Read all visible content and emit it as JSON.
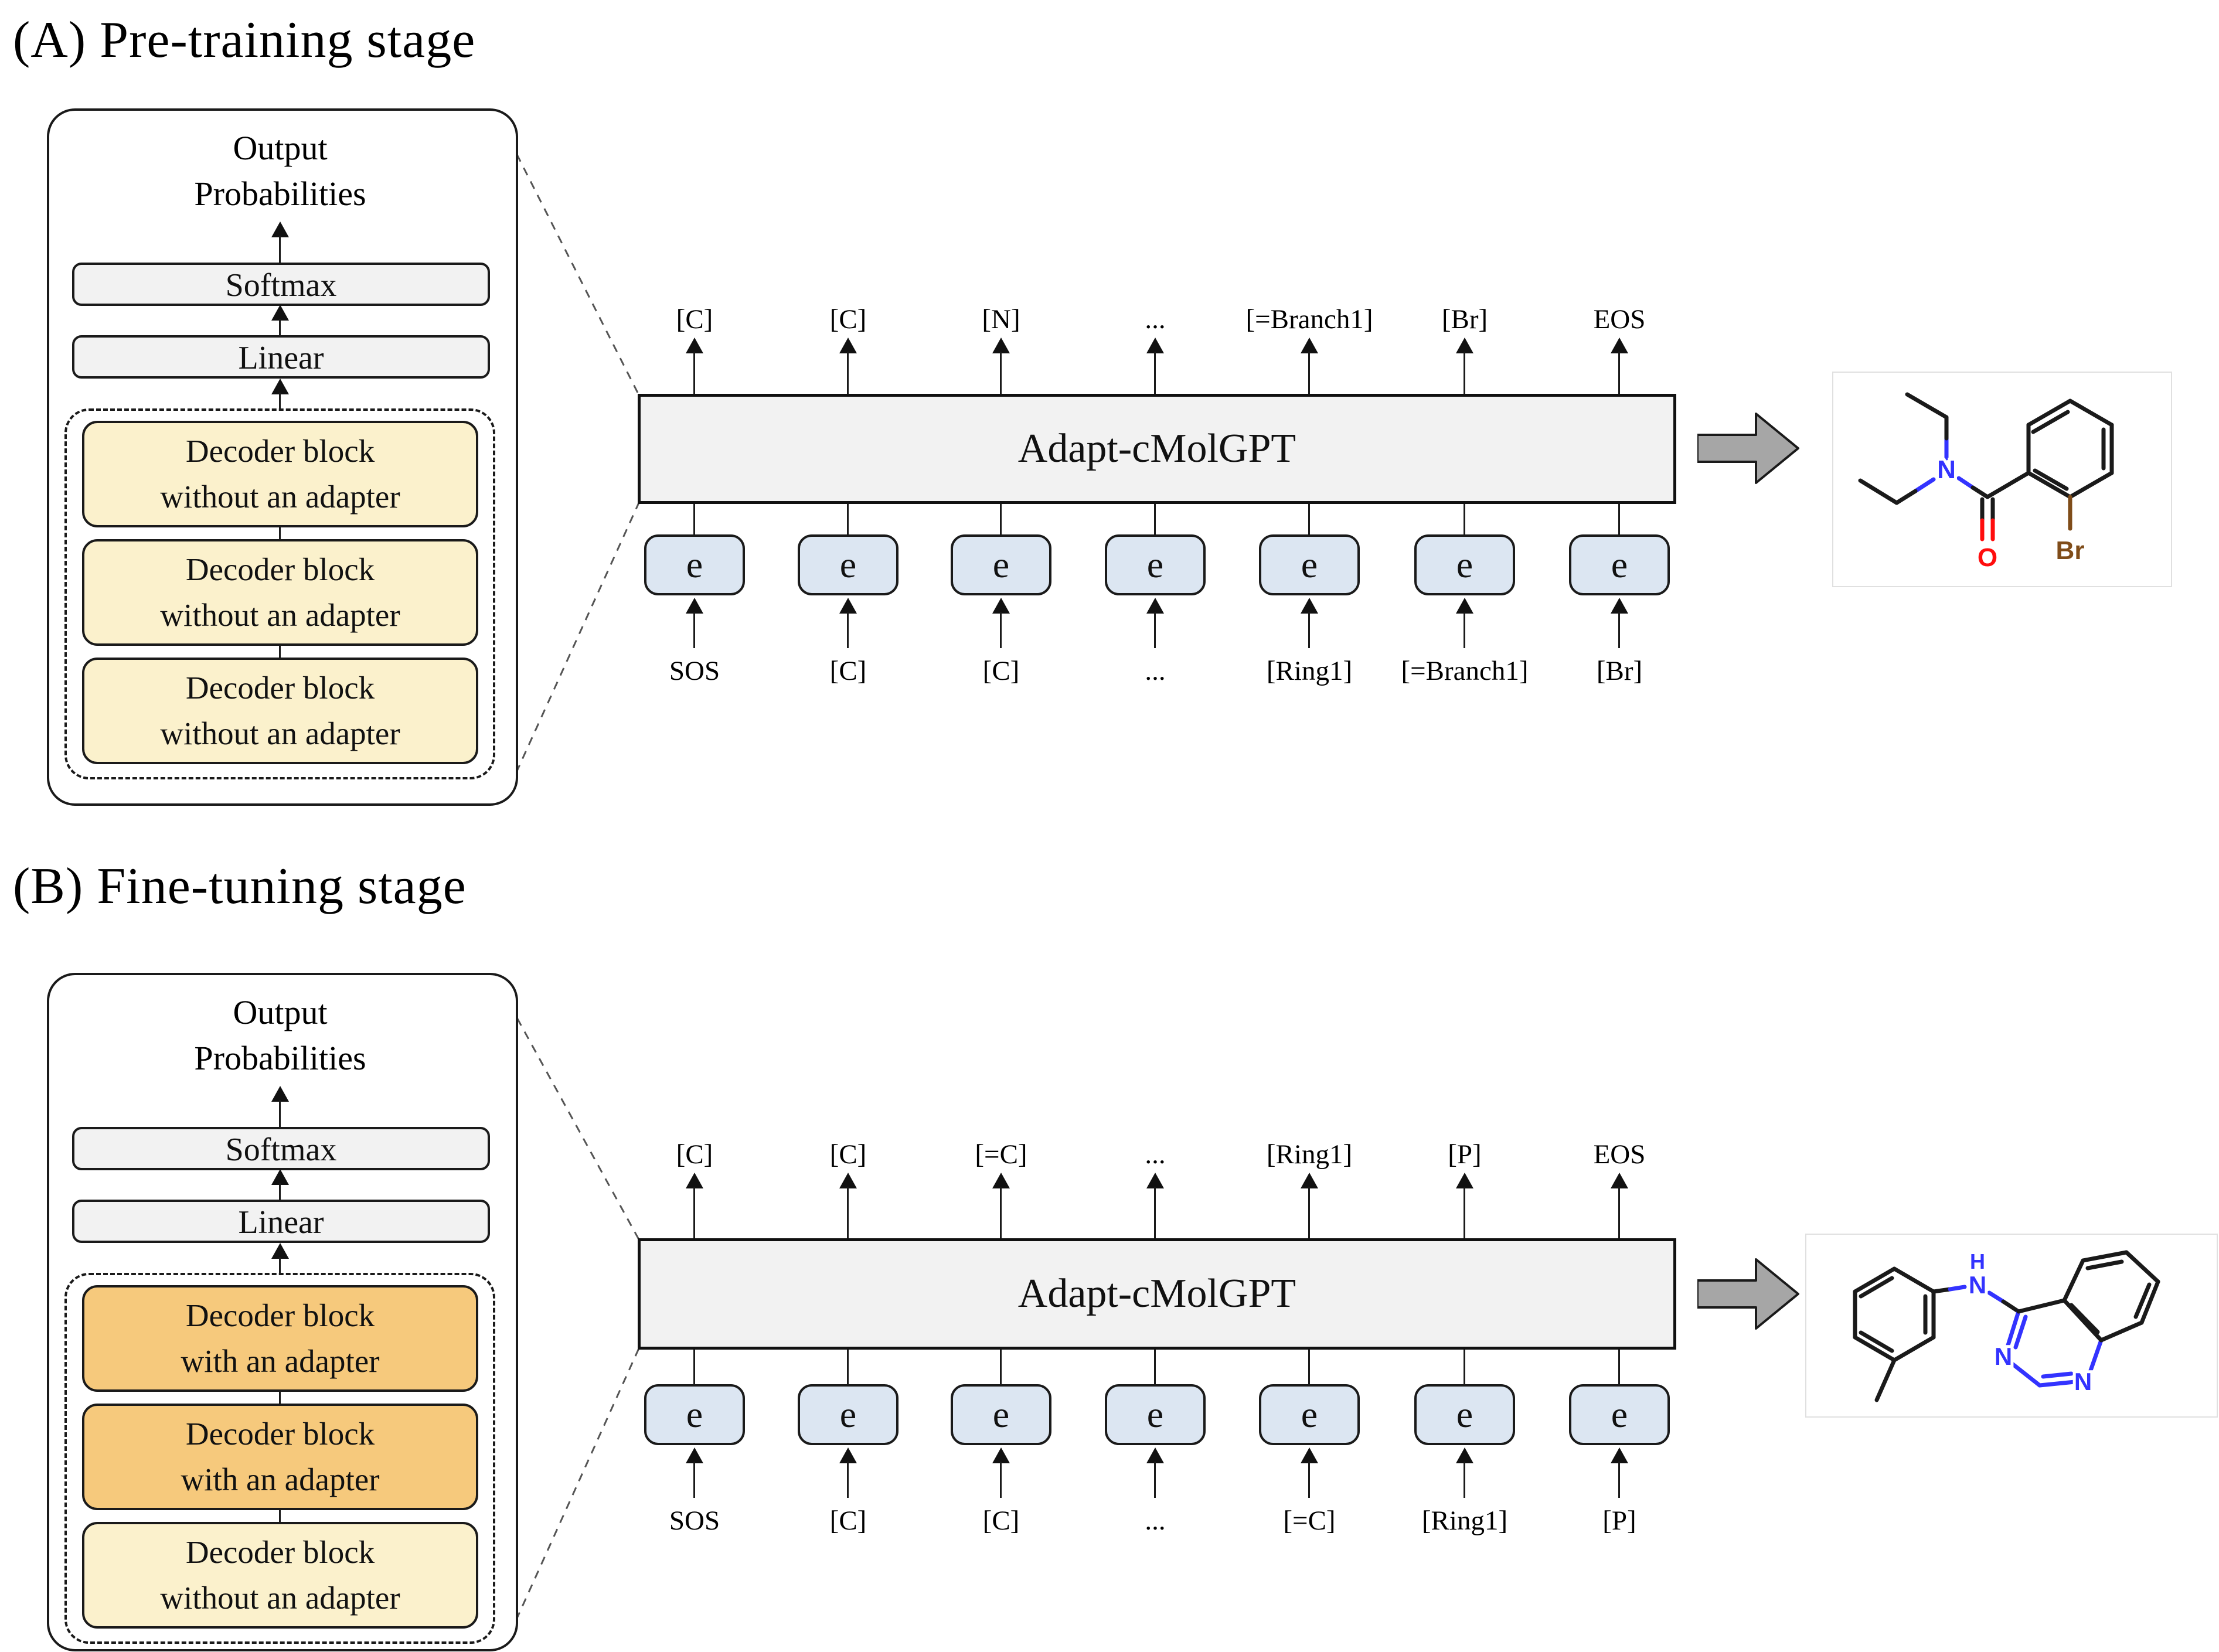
{
  "figure": {
    "type": "model-architecture-diagram"
  },
  "colors": {
    "model_fill": "#F2F2F2",
    "block_without": "#FBF1CC",
    "block_with": "#F6C97C",
    "embedding_fill": "#DCE6F2",
    "arrow_gray": "#A6A6A6",
    "nitrogen": "#3333FF",
    "oxygen": "#FF0D0D",
    "bromine": "#7F4C19"
  },
  "sections": [
    {
      "id": "A",
      "title": "(A) Pre-training stage",
      "panel": {
        "output_line1": "Output",
        "output_line2": "Probabilities",
        "softmax_label": "Softmax",
        "linear_label": "Linear",
        "blocks": [
          {
            "line1": "Decoder block",
            "line2": "without an adapter",
            "has_adapter": false
          },
          {
            "line1": "Decoder block",
            "line2": "without an adapter",
            "has_adapter": false
          },
          {
            "line1": "Decoder block",
            "line2": "without an adapter",
            "has_adapter": false
          }
        ]
      },
      "model_label": "Adapt-cMolGPT",
      "embedding_label": "e",
      "output_tokens": [
        "[C]",
        "[C]",
        "[N]",
        "...",
        "[=Branch1]",
        "[Br]",
        "EOS"
      ],
      "input_tokens": [
        "SOS",
        "[C]",
        "[C]",
        "...",
        "[Ring1]",
        "[=Branch1]",
        "[Br]"
      ],
      "molecule": {
        "atom_labels": {
          "n": "N",
          "o": "O",
          "br": "Br"
        }
      }
    },
    {
      "id": "B",
      "title": "(B) Fine-tuning stage",
      "panel": {
        "output_line1": "Output",
        "output_line2": "Probabilities",
        "softmax_label": "Softmax",
        "linear_label": "Linear",
        "blocks": [
          {
            "line1": "Decoder block",
            "line2": "with an adapter",
            "has_adapter": true
          },
          {
            "line1": "Decoder block",
            "line2": "with an adapter",
            "has_adapter": true
          },
          {
            "line1": "Decoder block",
            "line2": "without an adapter",
            "has_adapter": false
          }
        ]
      },
      "model_label": "Adapt-cMolGPT",
      "embedding_label": "e",
      "output_tokens": [
        "[C]",
        "[C]",
        "[=C]",
        "...",
        "[Ring1]",
        "[P]",
        "EOS"
      ],
      "input_tokens": [
        "SOS",
        "[C]",
        "[C]",
        "...",
        "[=C]",
        "[Ring1]",
        "[P]"
      ],
      "molecule": {
        "atom_labels": {
          "h": "H",
          "n_amine": "N",
          "n3": "N",
          "n1": "N"
        }
      }
    }
  ]
}
